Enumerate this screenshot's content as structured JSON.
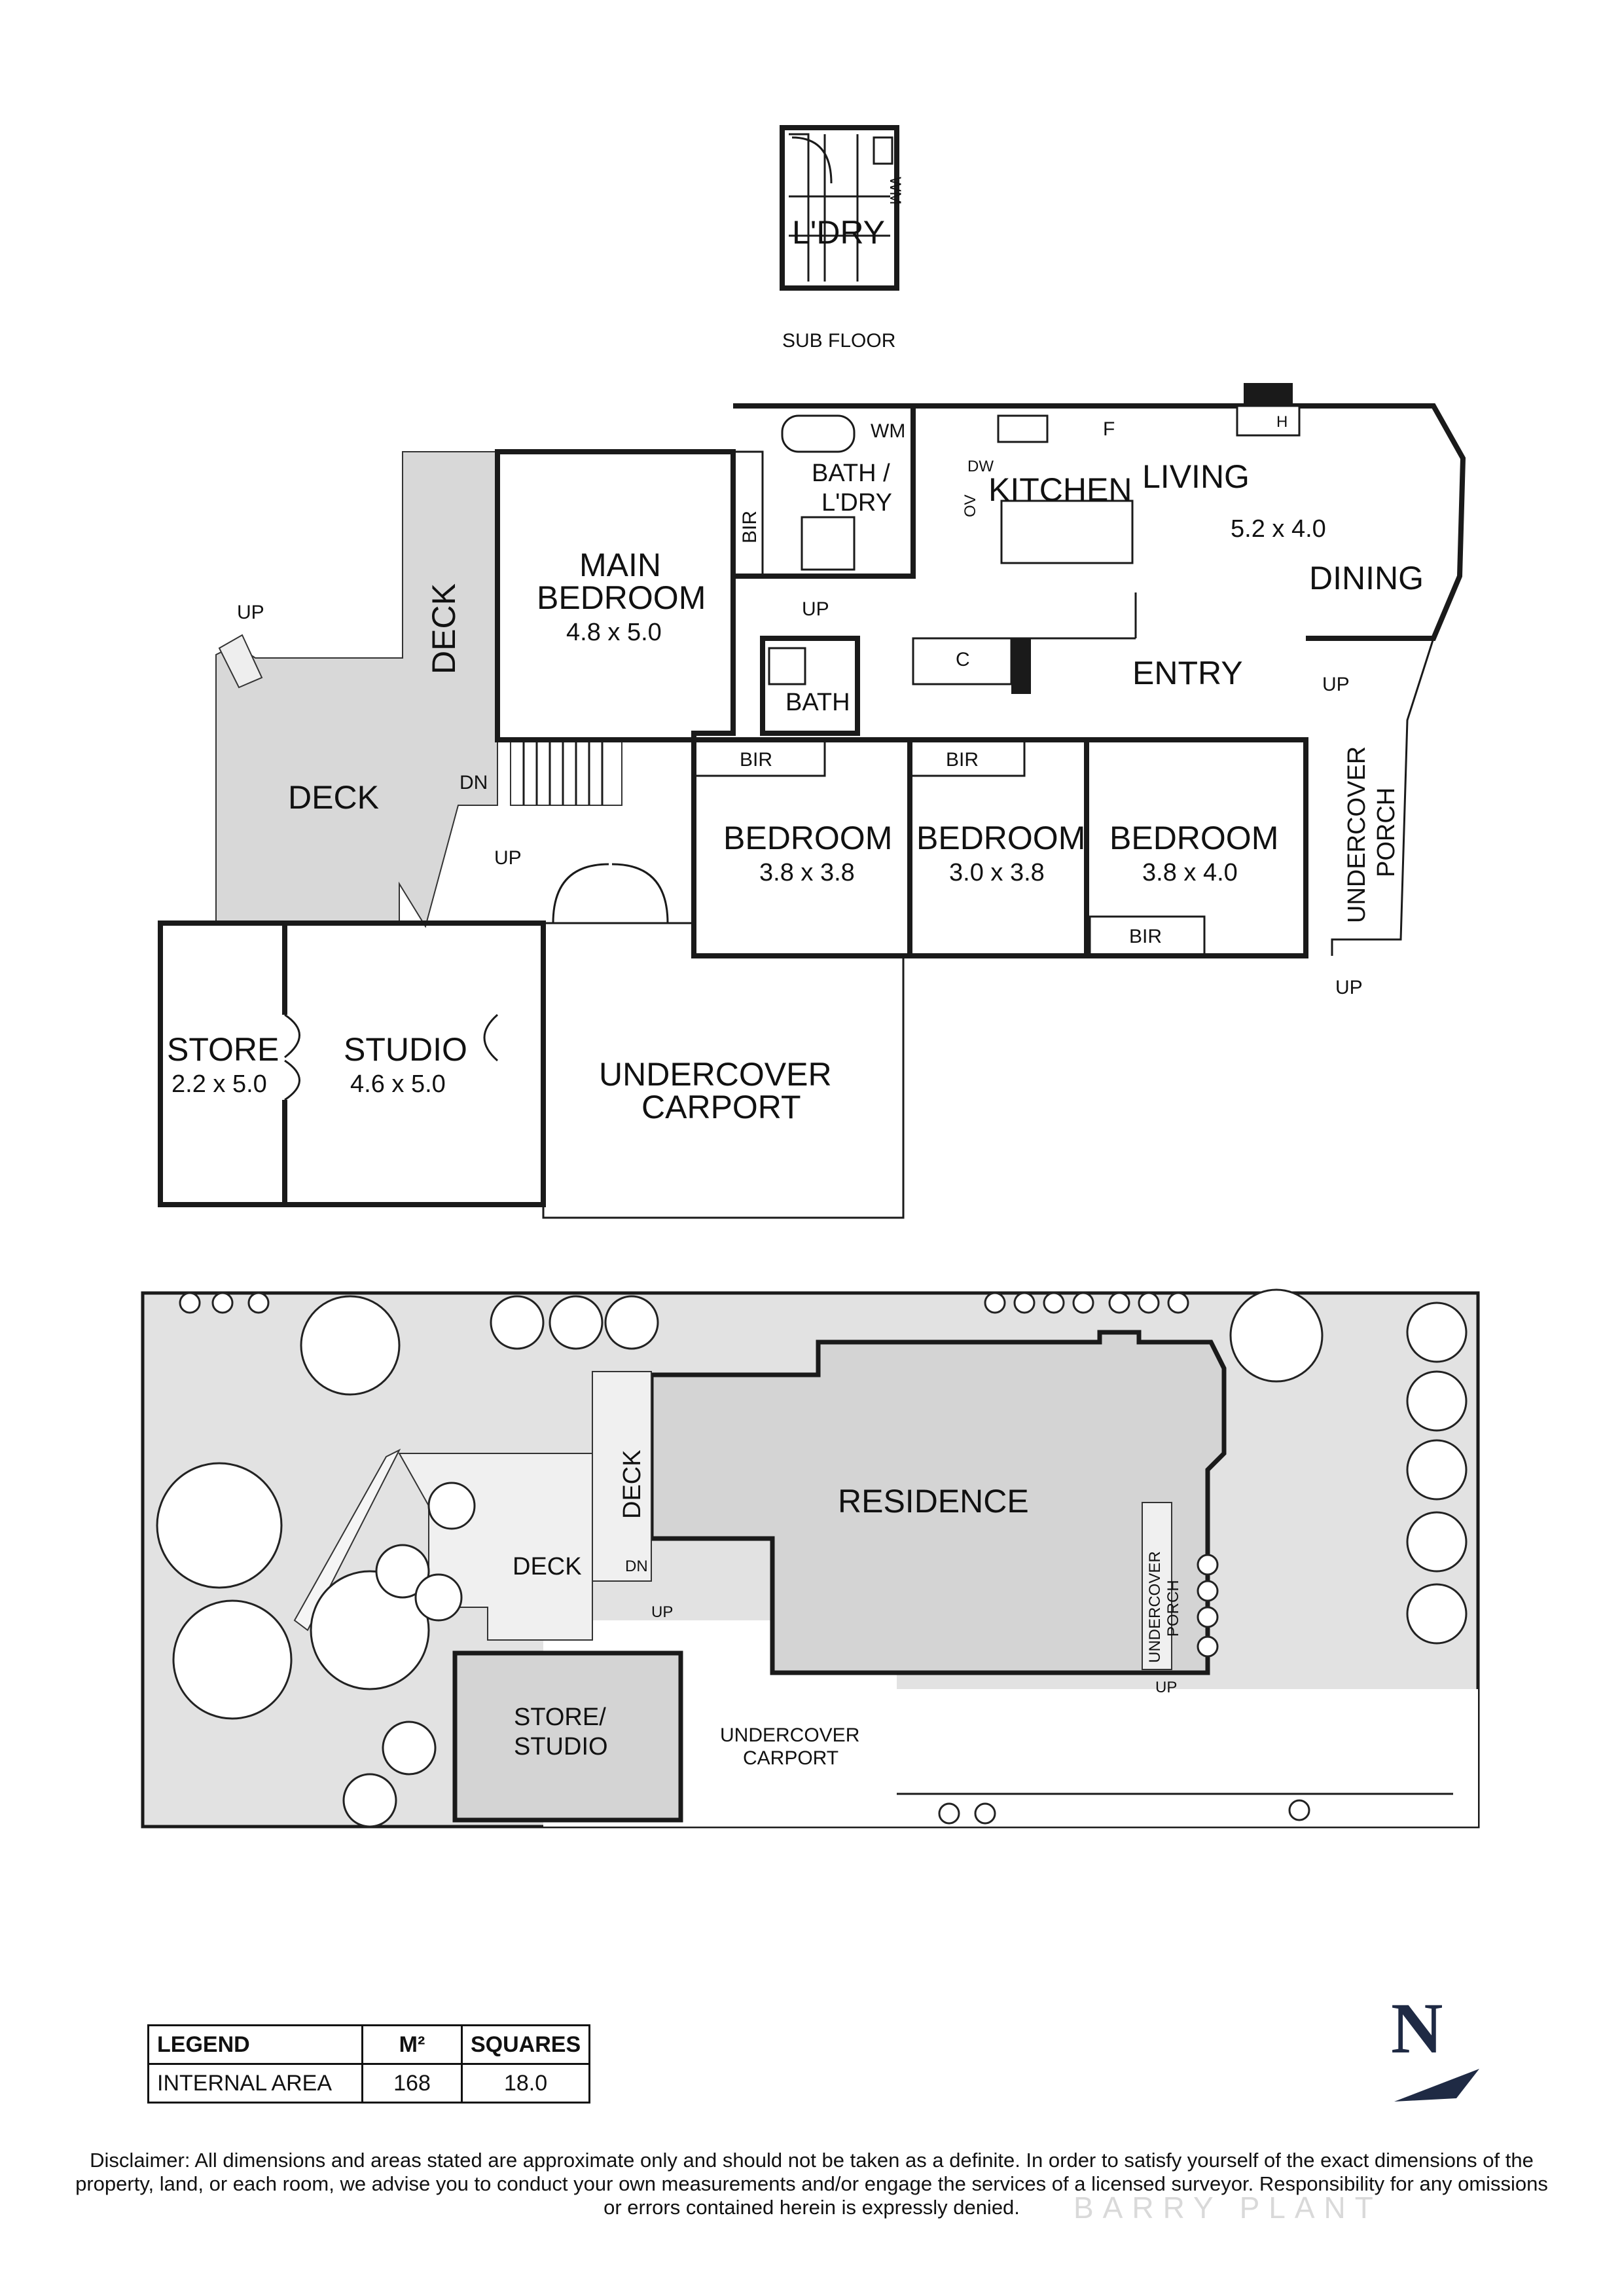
{
  "sub_floor": {
    "room": "L'DRY",
    "wm": "WM",
    "caption": "SUB FLOOR"
  },
  "rooms": {
    "bath_ldry": [
      "BATH /",
      "L'DRY"
    ],
    "wm": "WM",
    "kitchen": "KITCHEN",
    "dw": "DW",
    "ov": "OV",
    "f": "F",
    "h": "H",
    "living": "LIVING",
    "living_dim": "5.2 x 4.0",
    "dining": "DINING",
    "main_bedroom": [
      "MAIN",
      "BEDROOM"
    ],
    "main_bedroom_dim": "4.8 x 5.0",
    "bir": "BIR",
    "deck": "DECK",
    "up": "UP",
    "dn": "DN",
    "bath": "BATH",
    "c": "C",
    "entry": "ENTRY",
    "bedroom": "BEDROOM",
    "bedroom1_dim": "3.8 x 3.8",
    "bedroom2_dim": "3.0 x 3.8",
    "bedroom3_dim": "3.8 x 4.0",
    "undercover_porch": [
      "UNDERCOVER",
      "PORCH"
    ],
    "store": "STORE",
    "store_dim": "2.2 x 5.0",
    "studio": "STUDIO",
    "studio_dim": "4.6 x 5.0",
    "carport": [
      "UNDERCOVER",
      "CARPORT"
    ]
  },
  "site": {
    "residence": "RESIDENCE",
    "deck": "DECK",
    "store_studio": [
      "STORE/",
      "STUDIO"
    ],
    "carport": [
      "UNDERCOVER",
      "CARPORT"
    ],
    "porch": [
      "UNDERCOVER",
      "PORCH"
    ],
    "up": "UP",
    "dn": "DN"
  },
  "legend": {
    "headers": [
      "LEGEND",
      "M²",
      "SQUARES"
    ],
    "rows": [
      [
        "INTERNAL AREA",
        "168",
        "18.0"
      ]
    ]
  },
  "north_label": "N",
  "disclaimer": "Disclaimer: All dimensions and areas stated are approximate only and should not be taken as a definite. In order to satisfy yourself of the exact dimensions of the property, land, or each room, we advise you to conduct your own measurements and/or engage the services of a licensed surveyor. Responsibility for any omissions or errors contained herein is expressly denied.",
  "watermark": "BARRY PLANT",
  "colors": {
    "wall": "#1a1a1a",
    "deck": "#d8d8d8",
    "ground": "#e2e2e2",
    "north_accent": "#1f2a44"
  }
}
